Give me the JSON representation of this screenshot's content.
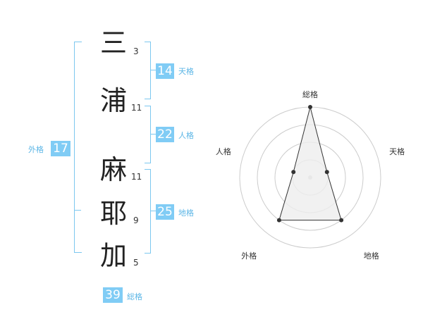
{
  "name": {
    "chars": [
      {
        "char": "三",
        "strokes": "3"
      },
      {
        "char": "浦",
        "strokes": "11"
      },
      {
        "char": "麻",
        "strokes": "11"
      },
      {
        "char": "耶",
        "strokes": "9"
      },
      {
        "char": "加",
        "strokes": "5"
      }
    ]
  },
  "fortune": {
    "tenkaku": {
      "label": "天格",
      "value": "14"
    },
    "jinkaku": {
      "label": "人格",
      "value": "22"
    },
    "chikaku": {
      "label": "地格",
      "value": "25"
    },
    "gaikaku": {
      "label": "外格",
      "value": "17"
    },
    "soukaku": {
      "label": "総格",
      "value": "39"
    }
  },
  "chart_data": {
    "type": "radar",
    "axes": [
      "総格",
      "天格",
      "地格",
      "外格",
      "人格"
    ],
    "values": [
      4,
      1,
      3,
      3,
      1
    ],
    "max": 4,
    "rings": 4,
    "colors": {
      "fill": "#eeeeee",
      "stroke": "#333333",
      "grid": "#cccccc",
      "center": "#cccccc"
    }
  }
}
